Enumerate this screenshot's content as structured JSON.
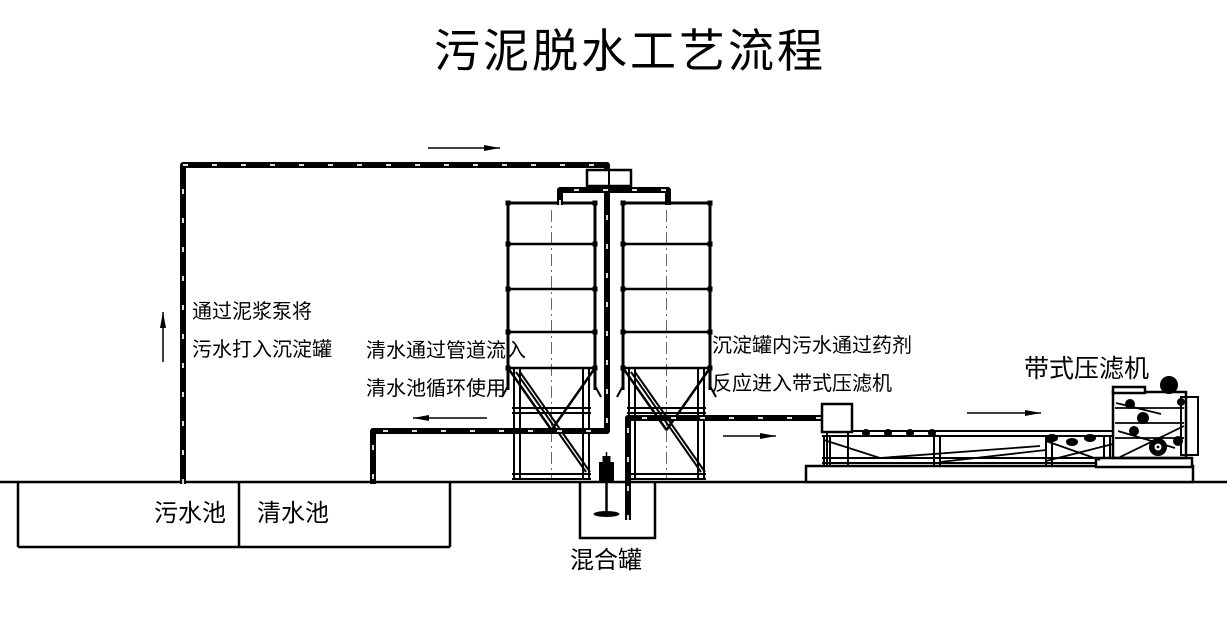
{
  "title": "污泥脱水工艺流程",
  "notes": {
    "pump": {
      "line1": "通过泥浆泵将",
      "line2": "污水打入沉淀罐"
    },
    "clear_water": {
      "line1": "清水通过管道流入",
      "line2": "清水池循环使用"
    },
    "dosing": {
      "line1": "沉淀罐内污水通过药剂",
      "line2": "反应进入带式压滤机"
    }
  },
  "labels": {
    "sewage_pool": "污水池",
    "clear_water_pool": "清水池",
    "mixing_tank": "混合罐",
    "belt_press": "带式压滤机"
  },
  "colors": {
    "line": "#000000",
    "centerline": "#666666",
    "background": "#ffffff"
  }
}
